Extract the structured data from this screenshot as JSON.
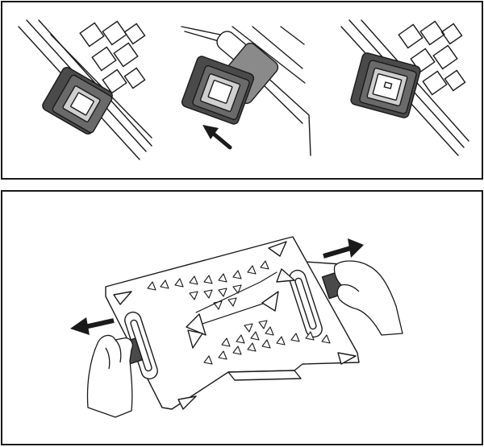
{
  "figure": {
    "panels": [
      {
        "id": "top",
        "steps": [
          "clip-closed",
          "clip-sliding",
          "clip-locked"
        ]
      },
      {
        "id": "bottom",
        "content": "laptop-stand-extension"
      }
    ],
    "colors": {
      "stroke": "#1a1a1a",
      "clip_fill": "#4a4a4a",
      "clip_face": "#bdbdbd",
      "background": "#ffffff"
    },
    "icons": [
      "arrow-up-left-icon",
      "arrow-left-icon",
      "arrow-right-icon",
      "hand-left-icon",
      "hand-right-icon"
    ]
  }
}
